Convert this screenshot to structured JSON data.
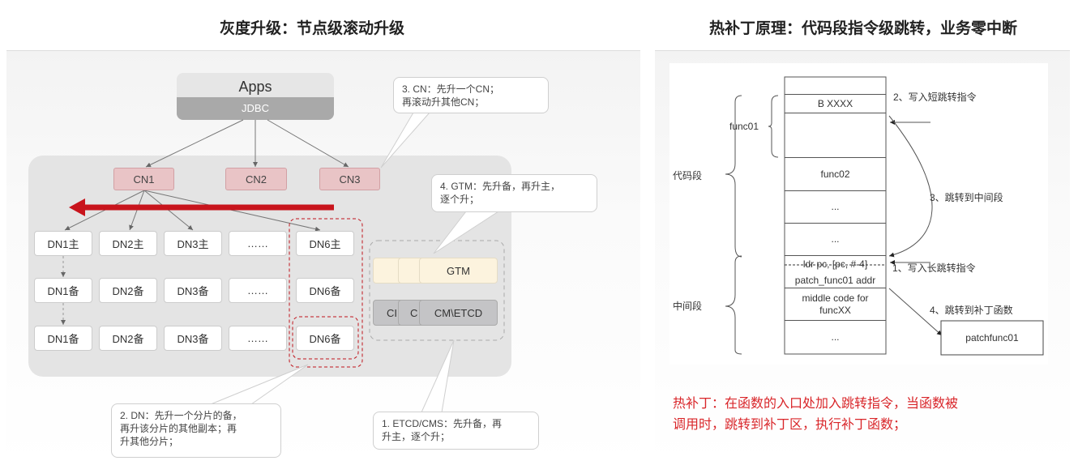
{
  "left": {
    "title": "灰度升级：节点级滚动升级",
    "apps": "Apps",
    "jdbc": "JDBC",
    "cn": [
      "CN1",
      "CN2",
      "CN3"
    ],
    "dn_rows": [
      [
        "DN1主",
        "DN2主",
        "DN3主",
        "……",
        "DN6主"
      ],
      [
        "DN1备",
        "DN2备",
        "DN3备",
        "……",
        "DN6备"
      ],
      [
        "DN1备",
        "DN2备",
        "DN3备",
        "……",
        "DN6备"
      ]
    ],
    "gtm": {
      "cards": [
        "",
        "",
        "GTM"
      ],
      "cm_cards": [
        "CI",
        "C",
        "CM\\ETCD"
      ]
    },
    "callouts": {
      "cn": "3. CN：先升一个CN；\n再滚动升其他CN；",
      "gtm": "4. GTM：先升备，再升主，\n逐个升；",
      "dn": "2. DN：先升一个分片的备，\n再升该分片的其他副本；再\n升其他分片；",
      "etcd": "1. ETCD/CMS：先升备，再\n升主，逐个升；"
    }
  },
  "right": {
    "title": "热补丁原理：代码段指令级跳转，业务零中断",
    "cells": [
      "",
      "B XXXX",
      "",
      "func02",
      "...",
      "...",
      "ldr pc, [pc, #-4]",
      "patch_func01 addr",
      "middle code for\nfuncXX",
      "..."
    ],
    "labels": {
      "func01": "func01",
      "code_seg": "代码段",
      "mid_seg": "中间段",
      "step2": "2、写入短跳转指令",
      "step3": "3、跳转到中间段",
      "step1": "1、写入长跳转指令",
      "step4": "4、跳转到补丁函数",
      "patch": "patchfunc01"
    },
    "note_line1": "热补丁：在函数的入口处加入跳转指令，当函数被",
    "note_line2": "调用时，跳转到补丁区，执行补丁函数；",
    "note_color": "#d9262a"
  }
}
